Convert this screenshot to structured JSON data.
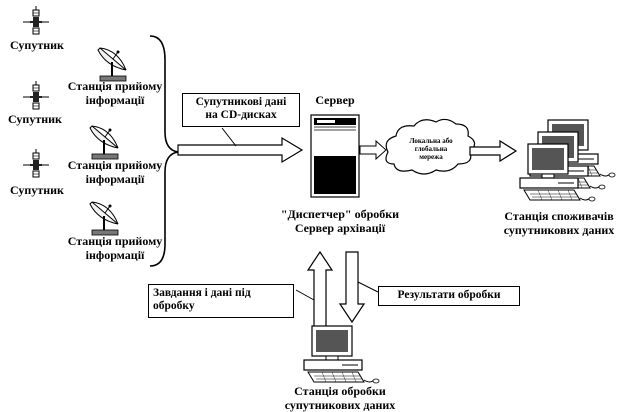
{
  "labels": {
    "satellite_1": "Супутник",
    "satellite_2": "Супутник",
    "satellite_3": "Супутник",
    "station_1_line1": "Станція прийому",
    "station_1_line2": "інформації",
    "station_2_line1": "Станція прийому",
    "station_2_line2": "інформації",
    "station_3_line1": "Станція прийому",
    "station_3_line2": "інформації",
    "cd_line1": "Супутникові дані",
    "cd_line2": "на CD-дисках",
    "server": "Сервер",
    "dispatcher_line1": "\"Диспетчер\" обробки",
    "dispatcher_line2": "Сервер архівації",
    "network_line1": "Локальна або",
    "network_line2": "глобальна",
    "network_line3": "мережа",
    "consumer_line1": "Станція споживачів",
    "consumer_line2": "супутникових даних",
    "tasks_line1": "Завдання і дані під",
    "tasks_line2": "обробку",
    "results": "Результати обробки",
    "processing_line1": "Станція обробки",
    "processing_line2": "супутникових даних"
  },
  "icons": [
    "satellite-icon",
    "satellite-dish-icon",
    "server-tower-icon",
    "cloud-icon",
    "computer-workstation-icon"
  ]
}
